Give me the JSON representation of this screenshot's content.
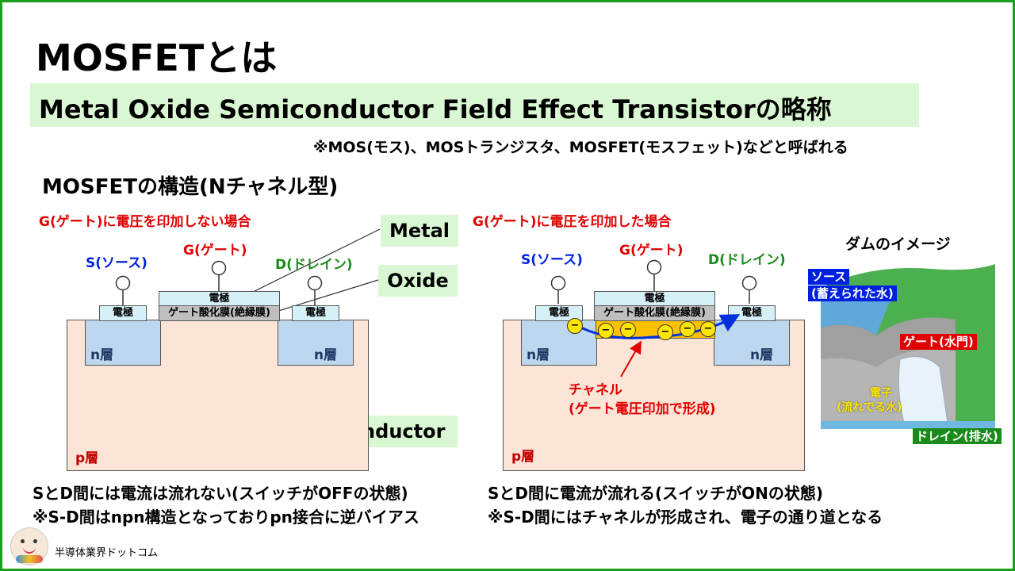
{
  "slide": {
    "title": "MOSFETとは",
    "subtitle": "Metal Oxide Semiconductor Field Effect Transistorの略称",
    "note": "※MOS(モス)、MOSトランジスタ、MOSFET(モスフェット)などと呼ばれる",
    "structure_title": "MOSFETの構造(Nチャネル型)"
  },
  "left": {
    "case_label": "G(ゲート)に電圧を印加しない場合",
    "source_label": "S(ソース)",
    "gate_label": "G(ゲート)",
    "drain_label": "D(ドレイン)",
    "electrode_label": "電極",
    "oxide_label": "ゲート酸化膜(絶縁膜)",
    "n_layer_label": "n層",
    "p_layer_label": "p層",
    "callout_metal": "Metal",
    "callout_oxide": "Oxide",
    "callout_semiconductor": "Semiconductor",
    "caption_line1": "SとD間には電流は流れない(スイッチがOFFの状態)",
    "caption_line2": "※S-D間はnpn構造となっておりpn接合に逆バイアス"
  },
  "right": {
    "case_label": "G(ゲート)に電圧を印加した場合",
    "source_label": "S(ソース)",
    "gate_label": "G(ゲート)",
    "drain_label": "D(ドレイン)",
    "electrode_label": "電極",
    "oxide_label": "ゲート酸化膜(絶縁膜)",
    "n_layer_label": "n層",
    "p_layer_label": "p層",
    "electron_symbol": "−",
    "channel_line1": "チャネル",
    "channel_line2": "(ゲート電圧印加で形成)",
    "caption_line1": "SとD間に電流が流れる(スイッチがONの状態)",
    "caption_line2": "※S-D間にはチャネルが形成され、電子の通り道となる"
  },
  "dam": {
    "title": "ダムのイメージ",
    "source_line1": "ソース",
    "source_line2": "(蓄えられた水)",
    "gate": "ゲート(水門)",
    "electron_line1": "電子",
    "electron_line2": "(流れでる水)",
    "drain": "ドレイン(排水)"
  },
  "footer": {
    "site_name": "半導体業界ドットコム"
  },
  "colors": {
    "border": "#1aa01a",
    "highlight": "#d9f7d2",
    "p_layer": "#fce4d6",
    "n_layer": "#bdd7ee",
    "electrode": "#d6f0f7",
    "oxide": "#bfbfbf",
    "channel": "#ffc000",
    "source_text": "#0020e0",
    "gate_text": "#e00000",
    "drain_text": "#1a8a1a"
  }
}
